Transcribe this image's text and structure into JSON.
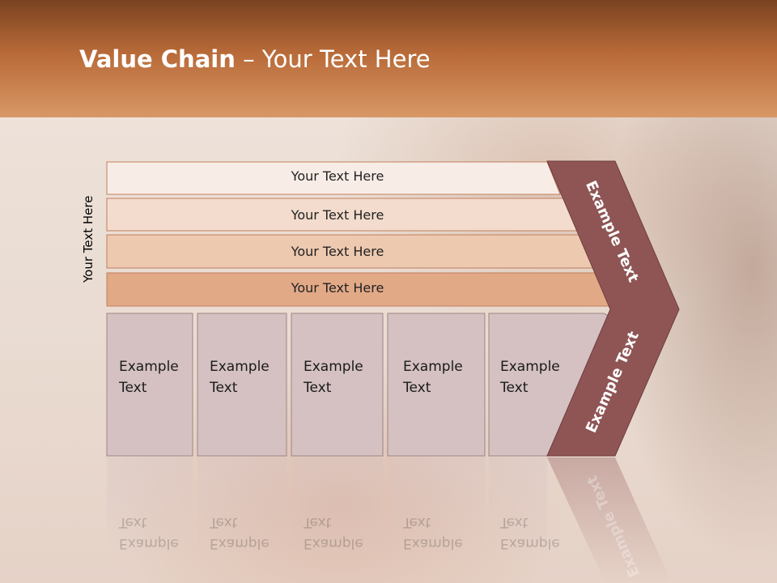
{
  "title": {
    "bold": "Value Chain",
    "rest": " – Your Text Here"
  },
  "side_label": "Your Text Here",
  "rows": [
    {
      "label": "Your Text Here",
      "fill": "#f8ede6"
    },
    {
      "label": "Your Text Here",
      "fill": "#f3dccd"
    },
    {
      "label": "Your Text Here",
      "fill": "#edc9b0"
    },
    {
      "label": "Your Text Here",
      "fill": "#e2a987"
    }
  ],
  "boxes": [
    {
      "line1": "Example",
      "line2": "Text"
    },
    {
      "line1": "Example",
      "line2": "Text"
    },
    {
      "line1": "Example",
      "line2": "Text"
    },
    {
      "line1": "Example",
      "line2": "Text"
    },
    {
      "line1": "Example",
      "line2": "Text"
    }
  ],
  "chevron": {
    "upper": "Example Text",
    "lower": "Example Text"
  },
  "colors": {
    "header_dark": "#7a4220",
    "header_light": "#d89866",
    "box_fill": "#d5c1c2",
    "chevron_fill": "#8f5555"
  }
}
